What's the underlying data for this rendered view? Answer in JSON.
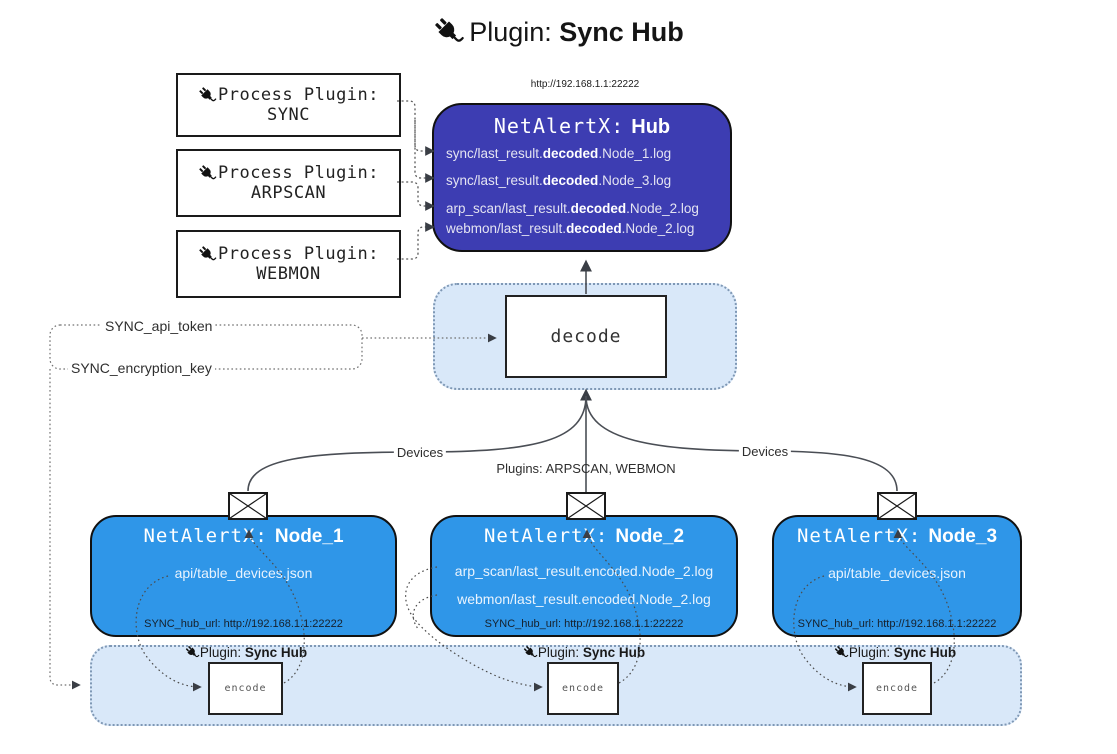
{
  "title": {
    "label": "Plugin:",
    "name": "Sync Hub"
  },
  "hub": {
    "url": "http://192.168.1.1:22222",
    "title_label": "NetAlertX:",
    "title_name": "Hub",
    "logs": [
      {
        "pre": "sync/last_result.",
        "bold": "decoded",
        "post": ".Node_1.log"
      },
      {
        "pre": "sync/last_result.",
        "bold": "decoded",
        "post": ".Node_3.log"
      },
      {
        "pre": "arp_scan/last_result.",
        "bold": "decoded",
        "post": ".Node_2.log"
      },
      {
        "pre": "webmon/last_result.",
        "bold": "decoded",
        "post": ".Node_2.log"
      }
    ]
  },
  "process_plugins": [
    {
      "label": "Process Plugin:",
      "name": "SYNC"
    },
    {
      "label": "Process Plugin:",
      "name": "ARPSCAN"
    },
    {
      "label": "Process Plugin:",
      "name": "WEBMON"
    }
  ],
  "decode_label": "decode",
  "settings": {
    "api_token": "SYNC_api_token",
    "encryption_key": "SYNC_encryption_key"
  },
  "edge_labels": {
    "devices_left": "Devices",
    "plugins_mid": "Plugins: ARPSCAN, WEBMON",
    "devices_right": "Devices"
  },
  "nodes": [
    {
      "title_label": "NetAlertX:",
      "title_name": "Node_1",
      "files": [
        "api/table_devices.json"
      ],
      "hub_url": "SYNC_hub_url: http://192.168.1.1:22222"
    },
    {
      "title_label": "NetAlertX:",
      "title_name": "Node_2",
      "files": [
        "arp_scan/last_result.encoded.Node_2.log",
        "webmon/last_result.encoded.Node_2.log"
      ],
      "hub_url": "SYNC_hub_url: http://192.168.1.1:22222"
    },
    {
      "title_label": "NetAlertX:",
      "title_name": "Node_3",
      "files": [
        "api/table_devices.json"
      ],
      "hub_url": "SYNC_hub_url: http://192.168.1.1:22222"
    }
  ],
  "encoders": [
    {
      "plugin_label": "Plugin:",
      "plugin_name": "Sync Hub",
      "box_label": "encode"
    },
    {
      "plugin_label": "Plugin:",
      "plugin_name": "Sync Hub",
      "box_label": "encode"
    },
    {
      "plugin_label": "Plugin:",
      "plugin_name": "Sync Hub",
      "box_label": "encode"
    }
  ],
  "colors": {
    "hub": "#3d3db2",
    "node": "#2f96e8",
    "panel": "#d9e8f9",
    "accent_border": "#111111"
  }
}
